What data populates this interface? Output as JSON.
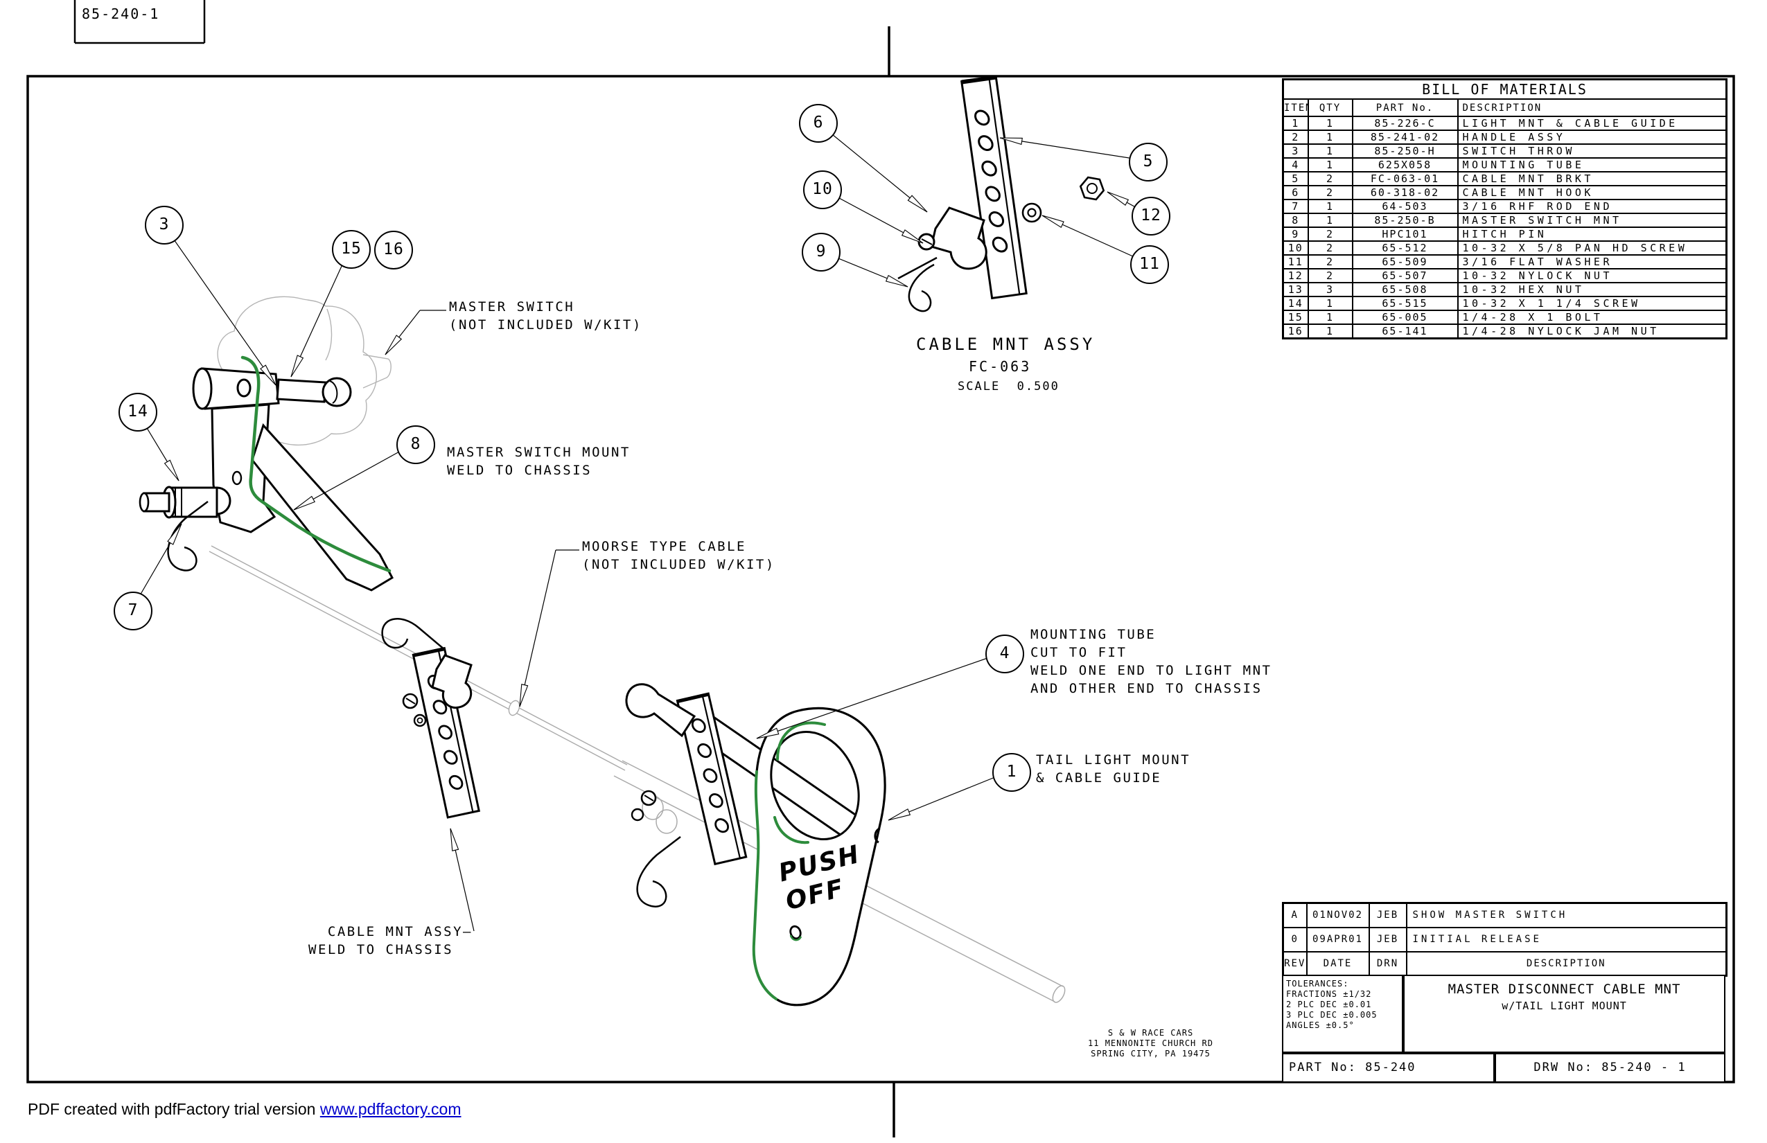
{
  "drawing": {
    "sheet_tab": "85-240-1",
    "accent_green": "#2d8c3c",
    "line_color": "#000000",
    "ghost_color": "#b4b4b4",
    "link_blue": "#0000cc"
  },
  "bom": {
    "title": "BILL OF MATERIALS",
    "headers": [
      "ITEM",
      "QTY",
      "PART No.",
      "DESCRIPTION"
    ],
    "rows": [
      [
        "1",
        "1",
        "85-226-C",
        "LIGHT MNT & CABLE GUIDE"
      ],
      [
        "2",
        "1",
        "85-241-02",
        "HANDLE ASSY"
      ],
      [
        "3",
        "1",
        "85-250-H",
        "SWITCH THROW"
      ],
      [
        "4",
        "1",
        "625X058",
        "MOUNTING TUBE"
      ],
      [
        "5",
        "2",
        "FC-063-01",
        "CABLE MNT BRKT"
      ],
      [
        "6",
        "2",
        "60-318-02",
        "CABLE MNT HOOK"
      ],
      [
        "7",
        "1",
        "64-503",
        "3/16 RHF ROD END"
      ],
      [
        "8",
        "1",
        "85-250-B",
        "MASTER SWITCH MNT"
      ],
      [
        "9",
        "2",
        "HPC101",
        "HITCH PIN"
      ],
      [
        "10",
        "2",
        "65-512",
        "10-32 X 5/8 PAN HD SCREW"
      ],
      [
        "11",
        "2",
        "65-509",
        "3/16 FLAT WASHER"
      ],
      [
        "12",
        "2",
        "65-507",
        "10-32 NYLOCK NUT"
      ],
      [
        "13",
        "3",
        "65-508",
        "10-32 HEX NUT"
      ],
      [
        "14",
        "1",
        "65-515",
        "10-32 X 1 1/4 SCREW"
      ],
      [
        "15",
        "1",
        "65-005",
        "1/4-28 X 1 BOLT"
      ],
      [
        "16",
        "1",
        "65-141",
        "1/4-28 NYLOCK JAM NUT"
      ]
    ]
  },
  "detail_label": {
    "name": "CABLE MNT ASSY",
    "number": "FC-063",
    "scale": "SCALE  0.500"
  },
  "annotations": {
    "master_switch": "MASTER SWITCH\n(NOT INCLUDED W/KIT)",
    "master_switch_mount": "MASTER SWITCH MOUNT\nWELD TO CHASSIS",
    "moorse_cable": "MOORSE TYPE CABLE\n(NOT INCLUDED W/KIT)",
    "mounting_tube": "MOUNTING TUBE\nCUT TO FIT\nWELD ONE END TO LIGHT MNT\nAND OTHER END TO CHASSIS",
    "tail_light": "TAIL LIGHT MOUNT\n& CABLE GUIDE",
    "cable_mnt_weld": "  CABLE MNT ASSY—\nWELD TO CHASSIS",
    "push_off": "PUSH\nOFF"
  },
  "callouts": {
    "c1": "1",
    "c3": "3",
    "c4": "4",
    "c5": "5",
    "c6": "6",
    "c7": "7",
    "c8": "8",
    "c9": "9",
    "c10": "10",
    "c11": "11",
    "c12": "12",
    "c14": "14",
    "c15": "15",
    "c16": "16"
  },
  "revisions": {
    "headers": [
      "REV",
      "DATE",
      "DRN",
      "DESCRIPTION"
    ],
    "rows": [
      [
        "A",
        "01NOV02",
        "JEB",
        "SHOW MASTER SWITCH"
      ],
      [
        "0",
        "09APR01",
        "JEB",
        "INITIAL RELEASE"
      ]
    ]
  },
  "title_block": {
    "tolerances": "TOLERANCES:\nFRACTIONS ±1/32\n2 PLC DEC ±0.01\n3 PLC DEC ±0.005\nANGLES ±0.5°",
    "title_line1": "MASTER DISCONNECT CABLE MNT",
    "title_line2": "w/TAIL LIGHT MOUNT",
    "part_no": "PART No: 85-240",
    "drw_no": "DRW No: 85-240 - 1"
  },
  "company": "S & W RACE CARS\n11 MENNONITE CHURCH RD\nSPRING CITY, PA 19475",
  "footer": {
    "text": "PDF created with pdfFactory trial version ",
    "link": "www.pdffactory.com"
  }
}
